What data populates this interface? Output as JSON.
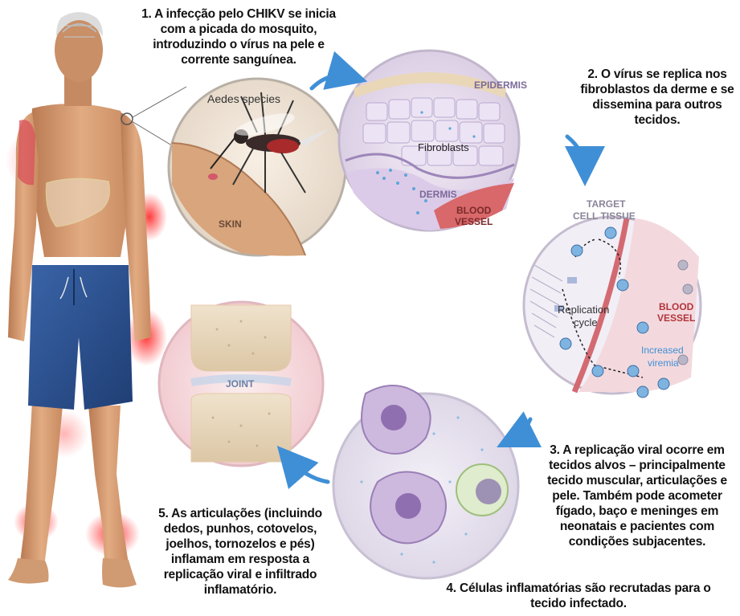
{
  "steps": {
    "s1": "1. A infecção pelo CHIKV se inicia com a picada do mosquito, introduzindo o vírus na pele e corrente sanguínea.",
    "s2": "2. O vírus se replica nos fibroblastos da derme e se dissemina para outros tecidos.",
    "s3": "3. A replicação viral ocorre em tecidos alvos – principalmente tecido muscular, articulações e pele. Também pode acometer fígado, baço e meninges em neonatais e pacientes com condições subjacentes.",
    "s4": "4. Células inflamatórias são recrutadas para o tecido infectado.",
    "s5": "5. As articulações (incluindo dedos, punhos, cotovelos, joelhos, tornozelos e pés) inflamam em resposta a replicação viral e infiltrado inflamatório."
  },
  "labels": {
    "aedes": "Aedes species",
    "skin": "SKIN",
    "epidermis": "EPIDERMIS",
    "fibroblasts": "Fibroblasts",
    "dermis": "DERMIS",
    "blood_vessel_1a": "BLOOD",
    "blood_vessel_1b": "VESSEL",
    "target_a": "TARGET",
    "target_b": "CELL TISSUE",
    "replication_a": "Replication",
    "replication_b": "cycle",
    "blood_vessel_2a": "BLOOD",
    "blood_vessel_2b": "VESSEL",
    "viremia_a": "Increased",
    "viremia_b": "viremia",
    "joint": "JOINT"
  },
  "colors": {
    "arrow": "#3f8fd6",
    "inflammation": "#ff2a2a",
    "shorts": "#2b4f8c",
    "skin_tone": "#d9a077"
  }
}
